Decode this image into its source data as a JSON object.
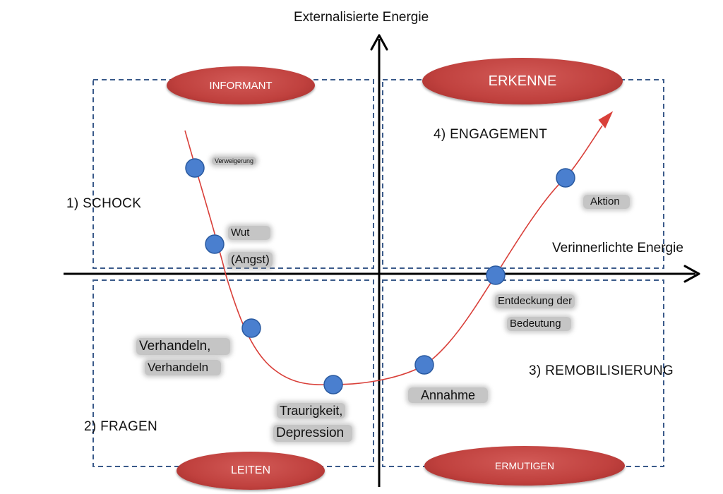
{
  "axes": {
    "y_title": "Externalisierte Energie",
    "x_title": "Verinnerlichte Energie"
  },
  "phases": {
    "shock": "1) SCHOCK",
    "questions": "2) FRAGEN",
    "remobilization": "3) REMOBILISIERUNG",
    "engagement": "4) ENGAGEMENT"
  },
  "roles": {
    "inform": "INFORMANT",
    "lead": "LEITEN",
    "encourage": "ERMUTIGEN",
    "recognize": "ERKENNE"
  },
  "stages": {
    "denial": "Verweigerung",
    "anger": "Wut",
    "fear": "(Angst)",
    "bargaining_1": "Verhandeln,",
    "bargaining_2": "Verhandeln",
    "sadness_1": "Traurigkeit,",
    "sadness_2": "Depression",
    "acceptance": "Annahme",
    "meaning_1": "Entdeckung der",
    "meaning_2": "Bedeutung",
    "action": "Aktion"
  },
  "colors": {
    "curve": "#d9403a",
    "node": "#4a7fcf",
    "node_stroke": "#2a5aa0",
    "oval": "#c0413e",
    "dashed_border": "#3a5a8a",
    "axis": "#000000"
  }
}
